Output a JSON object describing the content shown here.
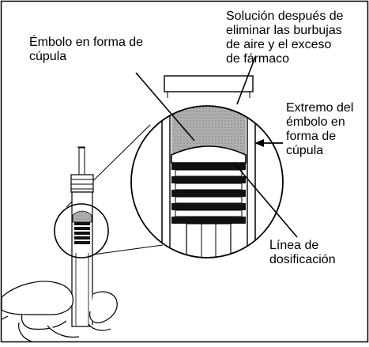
{
  "figure": {
    "labels": {
      "solution": "Solución después de\neliminar las burbujas\nde aire y el exceso\nde fármaco",
      "dome_plunger": "Émbolo en forma de\ncúpula",
      "plunger_tip": "Extremo del\némbolo en\nforma de\ncúpula",
      "dosing_line": "Línea de\ndosificación"
    },
    "colors": {
      "ink": "#000000",
      "background": "#ffffff",
      "glass_gray": "#9a9a9a",
      "solution_gray": "#7d7d7d"
    }
  }
}
